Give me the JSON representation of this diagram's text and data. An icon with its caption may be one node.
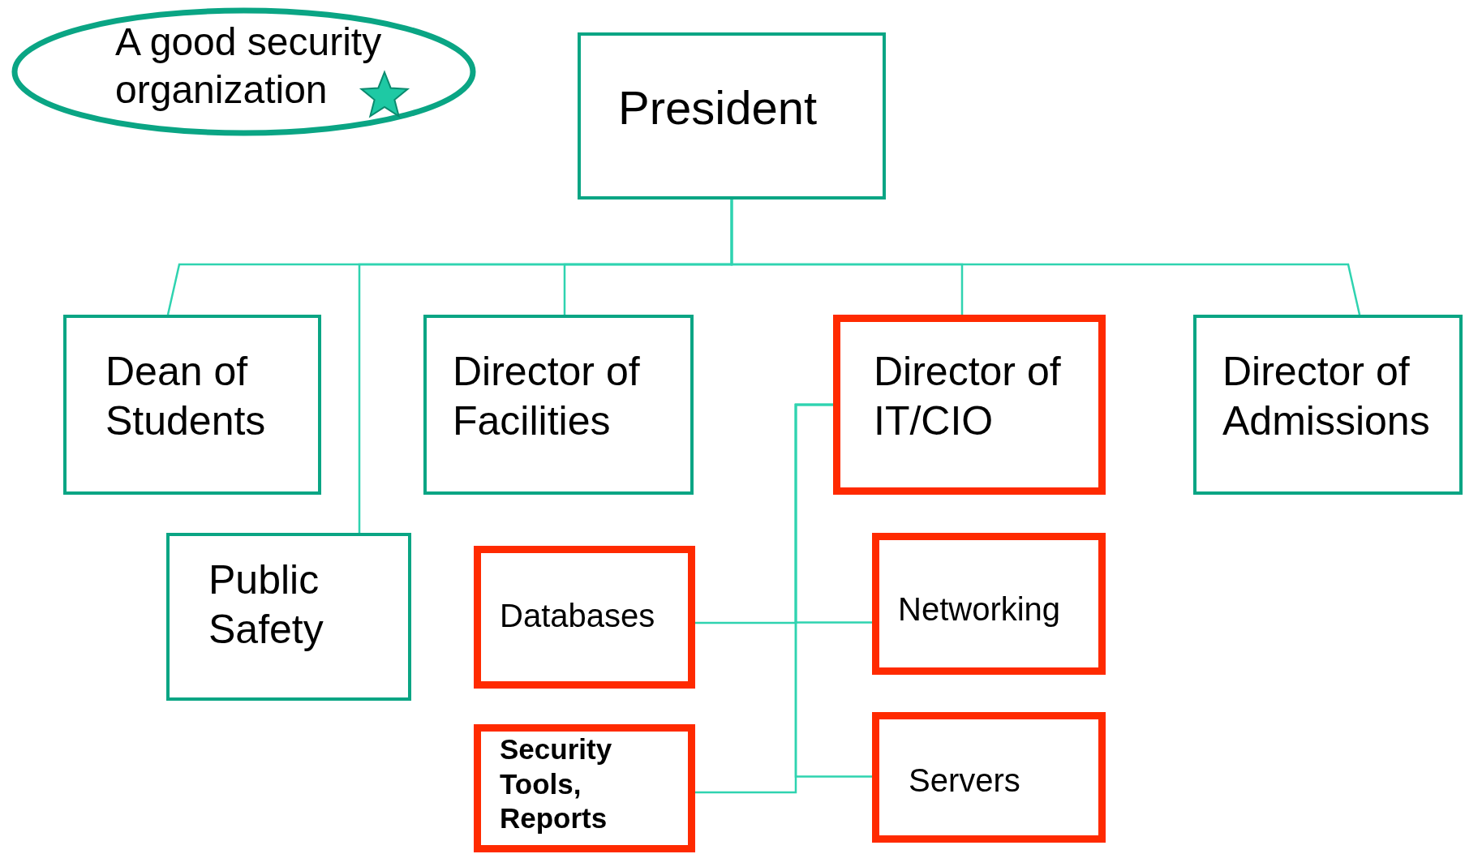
{
  "diagram": {
    "nodes": [
      {
        "text": [
          "A good security organization"
        ]
      },
      {
        "text": [
          "President"
        ]
      },
      {
        "text": [
          "Dean of Students"
        ]
      },
      {
        "text": [
          "Public Safety"
        ]
      },
      {
        "text": [
          "Director of Facilities"
        ]
      },
      {
        "text": [
          "Director of IT/CIO"
        ]
      },
      {
        "text": [
          "Director of Admissions"
        ]
      },
      {
        "text": [
          "Databases"
        ]
      },
      {
        "text": [
          "Networking"
        ]
      },
      {
        "text": [
          "Security Tools, Reports"
        ]
      },
      {
        "text": [
          "Servers"
        ]
      }
    ],
    "edges": [
      {
        "from": 1,
        "to": 2,
        "arrow": "none"
      },
      {
        "from": 1,
        "to": 3,
        "arrow": "none"
      },
      {
        "from": 1,
        "to": 4,
        "arrow": "none"
      },
      {
        "from": 1,
        "to": 5,
        "arrow": "none"
      },
      {
        "from": 1,
        "to": 6,
        "arrow": "none"
      },
      {
        "from": 5,
        "to": 7,
        "arrow": "none"
      },
      {
        "from": 5,
        "to": 8,
        "arrow": "none"
      },
      {
        "from": 5,
        "to": 9,
        "arrow": "none"
      },
      {
        "from": 5,
        "to": 10,
        "arrow": "none"
      }
    ]
  }
}
